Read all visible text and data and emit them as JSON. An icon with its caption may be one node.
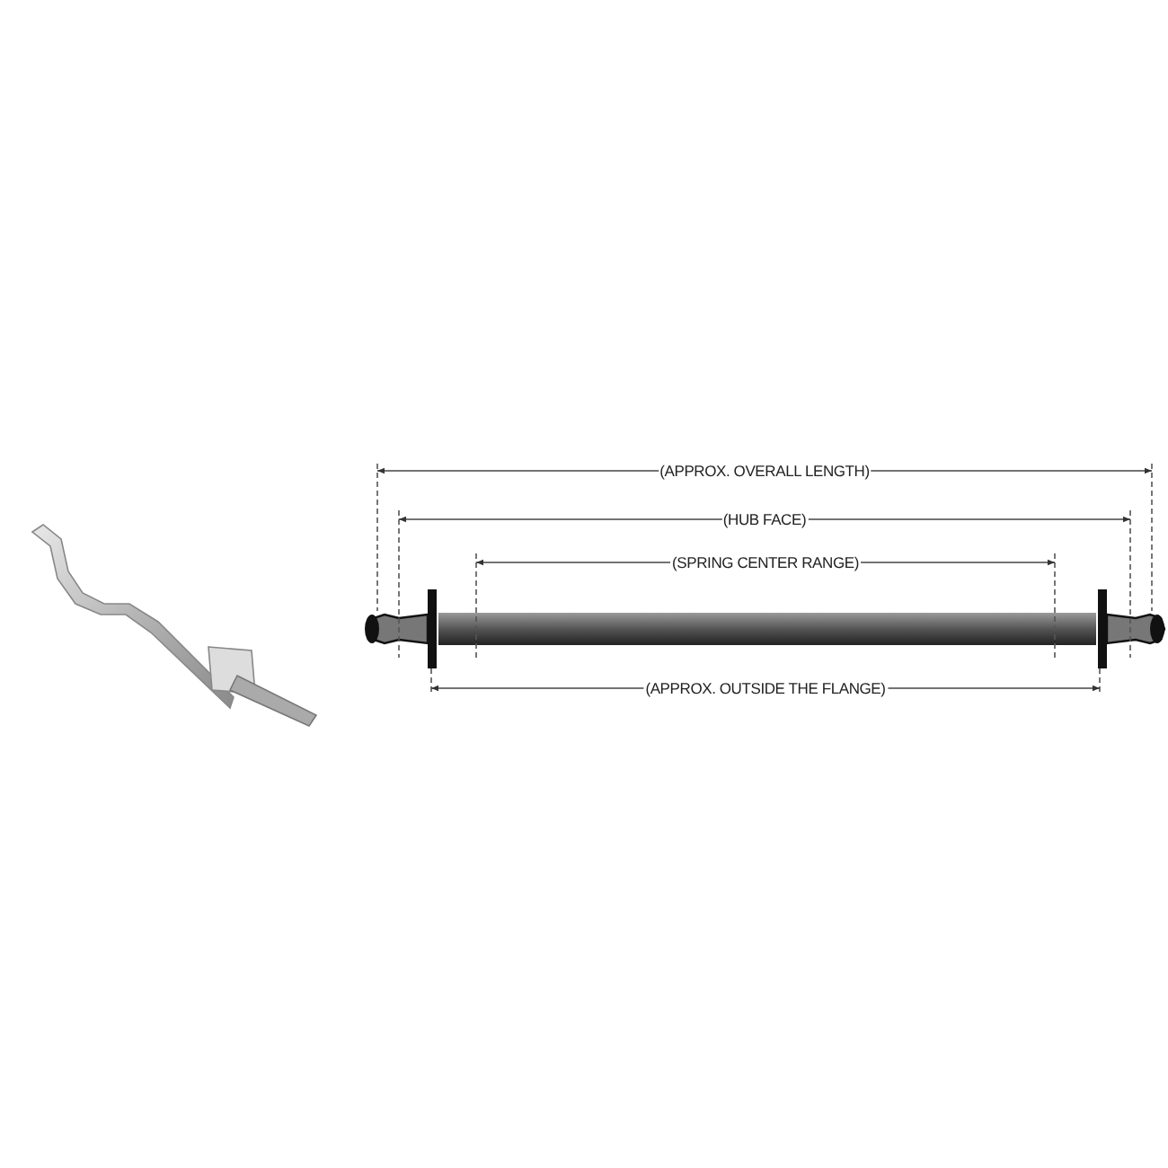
{
  "diagram": {
    "labels": [
      "(APPROX. OVERALL LENGTH)",
      "(HUB FACE)",
      "(SPRING CENTER RANGE)",
      "(APPROX. OUTSIDE THE FLANGE)"
    ]
  }
}
